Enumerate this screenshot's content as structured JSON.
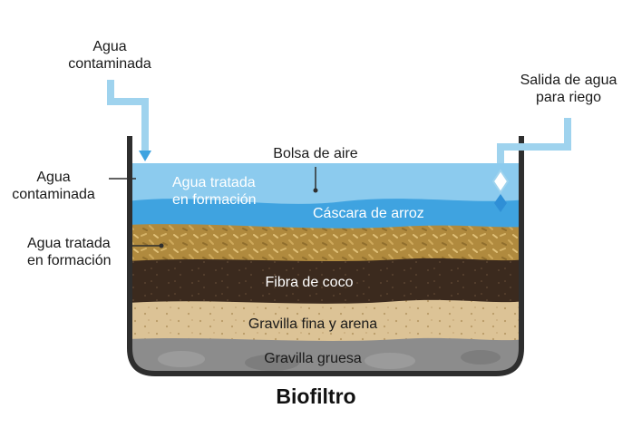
{
  "title": "Biofiltro",
  "labels": {
    "inlet": [
      "Agua",
      "contaminada"
    ],
    "outlet": [
      "Salida de agua",
      "para riego"
    ],
    "side_contaminated": [
      "Agua",
      "contaminada"
    ],
    "side_treated": [
      "Agua tratada",
      "en formación"
    ],
    "inside_treated": [
      "Agua tratada",
      "en formación"
    ],
    "air_pocket": "Bolsa de aire",
    "rice_husk": "Cáscara de arroz",
    "coconut_fiber": "Fibra de coco",
    "fine_gravel_sand": "Gravilla fina y arena",
    "coarse_gravel": "Gravilla gruesa"
  },
  "colors": {
    "pipe": "#9fd3ee",
    "water_light": "#8ccbee",
    "water_mid": "#3fa3e0",
    "rice_husk": "#b08a3e",
    "coconut": "#3b2a1e",
    "sand": "#dcc396",
    "gravel": "#8c8c8c",
    "tank_outline": "#2e2e2e",
    "diamond_dark": "#2f8fd6"
  }
}
